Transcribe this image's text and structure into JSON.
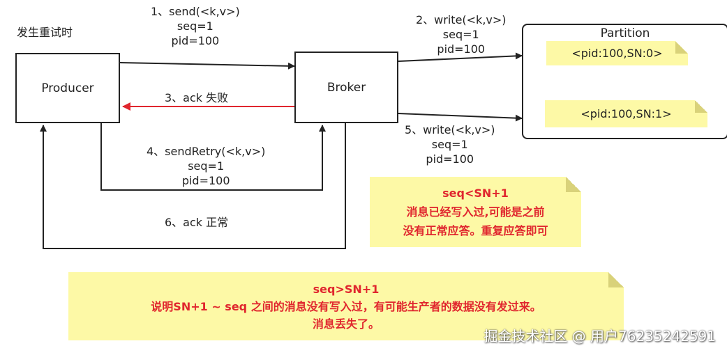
{
  "title": "发生重试时",
  "nodes": {
    "producer": "Producer",
    "broker": "Broker",
    "partition": "Partition"
  },
  "arrows": {
    "a1": [
      "1、send(<k,v>)",
      "seq=1",
      "pid=100"
    ],
    "a2": [
      "2、write(<k,v>)",
      "seq=1",
      "pid=100"
    ],
    "a3": "3、ack 失败",
    "a4": [
      "4、sendRetry(<k,v>)",
      "seq=1",
      "pid=100"
    ],
    "a5": [
      "5、write(<k,v>)",
      "seq=1",
      "pid=100"
    ],
    "a6": "6、ack 正常"
  },
  "partition_records": [
    "<pid:100,SN:0>",
    "<pid:100,SN:1>"
  ],
  "notes": {
    "right": [
      "seq<SN+1",
      "消息已经写入过,可能是之前",
      "没有正常应答。重复应答即可"
    ],
    "bottom": [
      "seq>SN+1",
      "说明SN+1 ~ seq 之间的消息没有写入过，有可能生产者的数据没有发过来。",
      "消息丢失了。"
    ]
  },
  "watermark": "掘金技术社区 @ 用户76235242591",
  "colors": {
    "error_arrow": "#e0262e",
    "note_bg": "#fdf9a6",
    "note_text": "#e0262e"
  }
}
